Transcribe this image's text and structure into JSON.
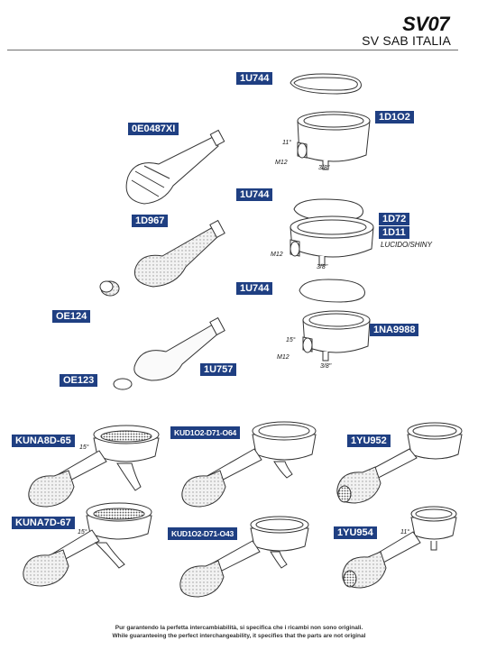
{
  "header": {
    "model": "SV07",
    "brand": "SV SAB ITALIA"
  },
  "parts": {
    "gasket1": "1U744",
    "group1": "1D1O2",
    "handle": "0E0487XI",
    "gasket2": "1U744",
    "ring2": "1D72",
    "finish_code": "1D11",
    "finish_name": "LUCIDO/SHINY",
    "knob": "1D967",
    "cap": "OE124",
    "gasket3": "1U744",
    "group3": "1NA9988",
    "lever": "1U757",
    "plug": "OE123",
    "filter1": "KUNA8D-65",
    "filter2": "KUD1O2-D71-O64",
    "filter3": "1YU952",
    "filter4": "KUNA7D-67",
    "filter5": "KUD1O2-D71-O43",
    "filter6": "1YU954"
  },
  "dims": {
    "angle11a": "11°",
    "thread_a": "M12",
    "size_a": "3/8\"",
    "thread_b": "M12",
    "size_b": "3/8\"",
    "angle15a": "15°",
    "thread_c": "M12",
    "size_c": "3/8\"",
    "angle15b": "15°",
    "angle15c": "15°",
    "angle11b": "11°"
  },
  "footer": {
    "line_it": "Pur garantendo la perfetta intercambiabilità, si specifica che i ricambi non sono originali.",
    "line_en": "While guaranteeing the perfect interchangeability, it specifies that the parts are not original"
  }
}
